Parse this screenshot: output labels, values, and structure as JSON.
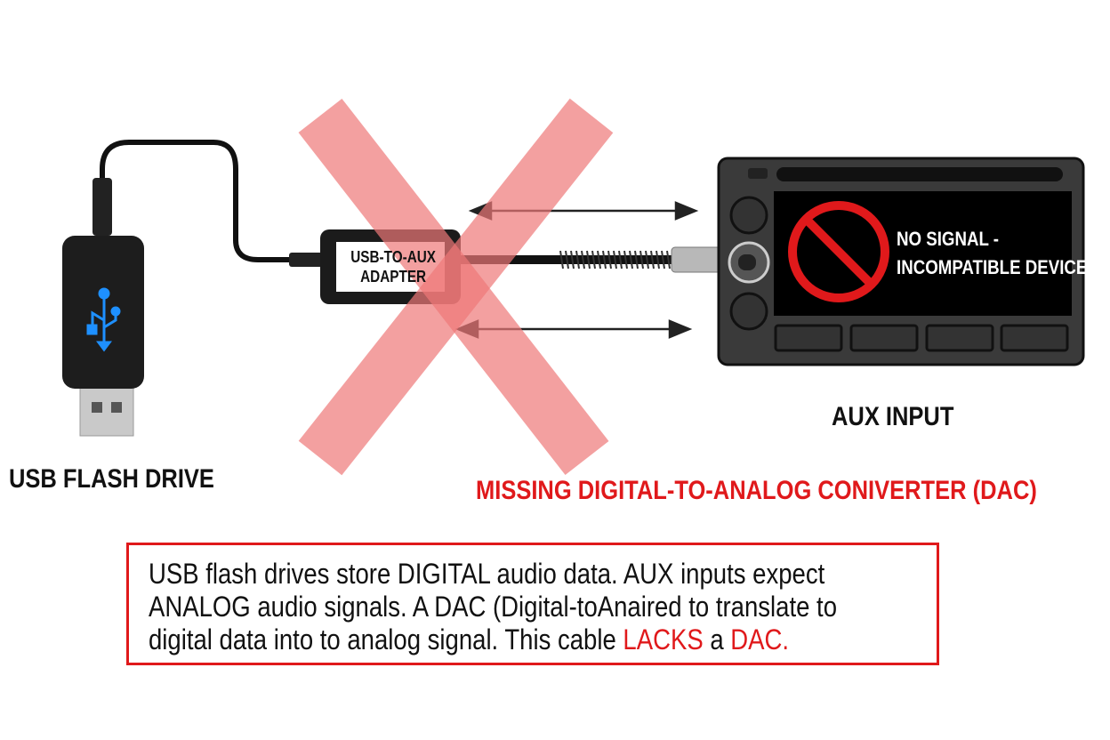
{
  "labels": {
    "usb_drive": "USB FLASH DRIVE",
    "aux_input": "AUX INPUT",
    "adapter_line1": "USB-TO-AUX",
    "adapter_line2": "ADAPTER",
    "missing_dac": "MISSING DIGITAL-TO-ANALOG CONIVERTER (DAC)",
    "screen_line1": "NO SIGNAL -",
    "screen_line2": "INCOMPATIBLE DEVICE"
  },
  "note": {
    "line1": "USB flash drives store DIGITAL audio data. AUX inputs expect",
    "line2": "ANALOG audio signals. A DAC (Digital-toAnaired to translate to",
    "line3_start": "digital data into to analog signal. This cable ",
    "line3_lacks": "LACKS",
    "line3_mid": " a ",
    "line3_dac": "DAC."
  },
  "colors": {
    "accent_red": "#e0191b",
    "cross_red": "#f08a8a",
    "usb_blue": "#1e90ff"
  }
}
